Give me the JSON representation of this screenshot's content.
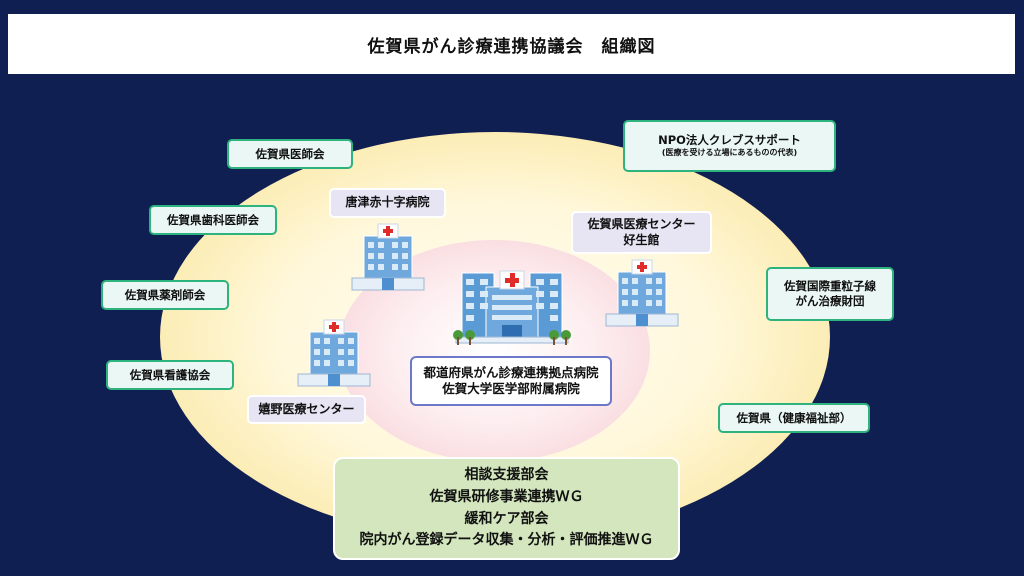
{
  "title": "佐賀県がん診療連携協議会　組織図",
  "organizations": {
    "medical_association": "佐賀県医師会",
    "dental_association": "佐賀県歯科医師会",
    "pharmacist_association": "佐賀県薬剤師会",
    "nursing_association": "佐賀県看護協会",
    "npo_name": "NPO法人クレブスサポート",
    "npo_note": "(医療を受ける立場にあるものの代表)",
    "ion_beam_1": "佐賀国際重粒子線",
    "ion_beam_2": "がん治療財団",
    "prefecture": "佐賀県（健康福祉部）"
  },
  "hospitals": {
    "karatsu": "唐津赤十字病院",
    "saga_center_1": "佐賀県医療センター",
    "saga_center_2": "好生館",
    "ureshino": "嬉野医療センター"
  },
  "core_hospital": {
    "line1": "都道府県がん診療連携拠点病院",
    "line2": "佐賀大学医学部附属病院"
  },
  "subcommittees": [
    "相談支援部会",
    "佐賀県研修事業連携ＷＧ",
    "緩和ケア部会",
    "院内がん登録データ収集・分析・評価推進ＷＧ"
  ],
  "colors": {
    "background": "#0f1f52",
    "org_border": "#2fb37e",
    "hospital_fill": "#e7e4f3",
    "center_border": "#6e78c8",
    "wg_fill": "#d3e6bd"
  }
}
